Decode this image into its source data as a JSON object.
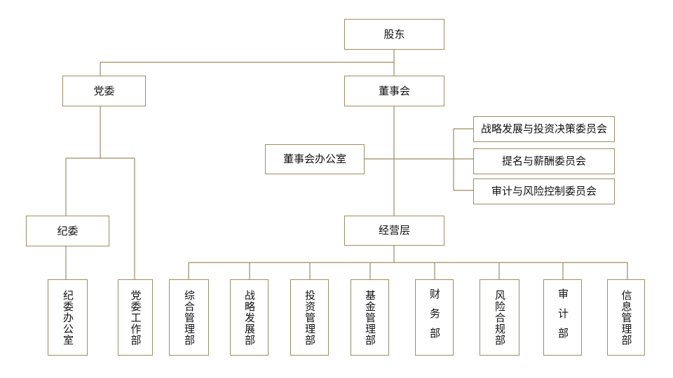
{
  "colors": {
    "line": "#9b8d62",
    "border": "#9b8d62",
    "text": "#111111"
  },
  "nodes": {
    "shareholders": "股东",
    "party_committee": "党委",
    "board": "董事会",
    "board_office": "董事会办公室",
    "strategy_committee": "战略发展与投资决策委员会",
    "nomination_committee": "提名与薪酬委员会",
    "audit_committee": "审计与风险控制委员会",
    "discipline_committee": "纪委",
    "management": "经营层",
    "discipline_office": "纪委办公室",
    "party_work_dept": "党委工作部",
    "general_mgmt_dept": "综合管理部",
    "strategy_dept": "战略发展部",
    "investment_dept": "投资管理部",
    "fund_dept": "基金管理部",
    "finance_dept": "财务部",
    "risk_dept": "风险合规部",
    "audit_dept": "审计部",
    "info_dept": "信息管理部"
  }
}
